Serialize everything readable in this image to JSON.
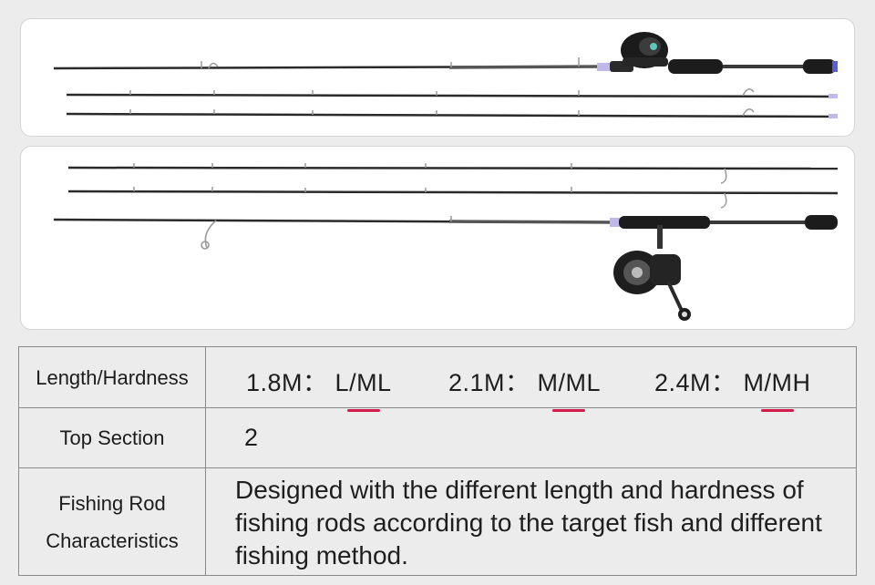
{
  "colors": {
    "accent": "#d21a4a",
    "rod": "#222222",
    "guide": "#9a9a9a"
  },
  "images": {
    "baitcasting": {
      "name": "baitcasting-rod-set",
      "description": ""
    },
    "spinning": {
      "name": "spinning-rod-set",
      "description": ""
    }
  },
  "table": {
    "rows": [
      {
        "label": "Length/Hardness",
        "specs": [
          {
            "length": "1.8M：",
            "hardness": "L/ML"
          },
          {
            "length": "2.1M：",
            "hardness": "M/ML"
          },
          {
            "length": "2.4M：",
            "hardness": "M/MH"
          }
        ]
      },
      {
        "label": "Top Section",
        "value": "2"
      },
      {
        "label_line1": "Fishing Rod",
        "label_line2": "Characteristics",
        "value": "Designed with  the different length and hardness of fishing rods according to the target fish and different fishing method."
      }
    ]
  }
}
